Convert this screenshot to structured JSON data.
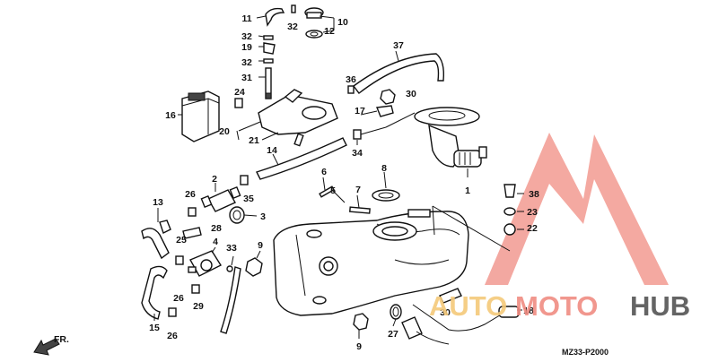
{
  "diagram": {
    "code": "MZ33-P2000",
    "direction": "FR.",
    "part_numbers": [
      "1",
      "2",
      "3",
      "4",
      "5",
      "6",
      "7",
      "8",
      "9",
      "9",
      "10",
      "11",
      "12",
      "13",
      "14",
      "15",
      "16",
      "17",
      "18",
      "19",
      "20",
      "21",
      "22",
      "23",
      "24",
      "25",
      "26",
      "26",
      "26",
      "27",
      "28",
      "29",
      "30",
      "30",
      "31",
      "32",
      "32",
      "32",
      "33",
      "34",
      "35",
      "36",
      "37",
      "38"
    ]
  },
  "watermark": {
    "auto": "AUTO",
    "moto": "MOTO",
    "hub": "HUB",
    "colors": {
      "accent": "#f08c82",
      "gold": "#f5c97a",
      "dark": "#545454"
    }
  }
}
